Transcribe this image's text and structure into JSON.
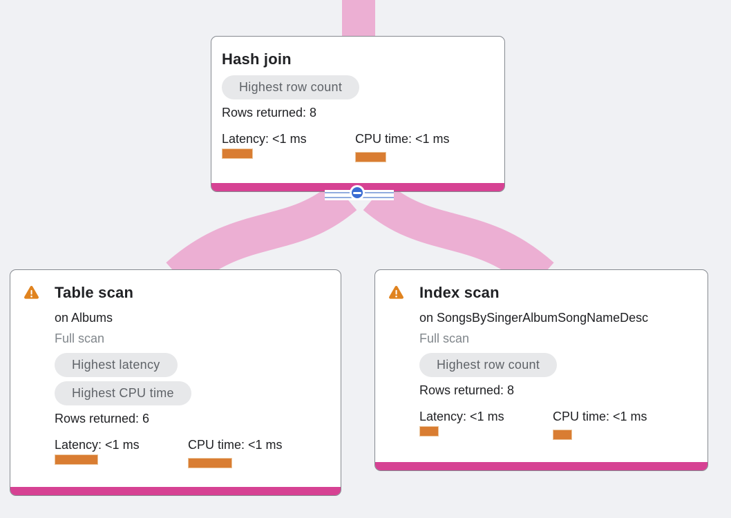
{
  "diagram": {
    "type": "query-execution-plan",
    "colors": {
      "background": "#f0f1f4",
      "node_accent_pink": "#d64293",
      "flow_ribbon_pink": "#ecafd3",
      "metric_bar_orange": "#d97d32",
      "warning_orange": "#e0831f",
      "badge_background": "#e7e8ea",
      "badge_text": "#5f6368",
      "collapse_button_blue": "#3a6cd3",
      "muted_text": "#80868b",
      "primary_text": "#202124"
    }
  },
  "nodes": [
    {
      "title": "Hash join",
      "badges": [
        "Highest row count"
      ],
      "rows_returned": "Rows returned: 8",
      "latency_label": "Latency: <1 ms",
      "cpu_label": "CPU time: <1 ms",
      "latency_bar_style": "width:45px",
      "cpu_bar_style": "width:45px"
    },
    {
      "title": "Table scan",
      "has_warning": true,
      "subtitle": "on Albums",
      "scan_type": "Full scan",
      "badges": [
        "Highest latency",
        "Highest CPU time"
      ],
      "rows_returned": "Rows returned: 6",
      "latency_label": "Latency: <1 ms",
      "cpu_label": "CPU time: <1 ms",
      "latency_bar_style": "width:63px",
      "cpu_bar_style": "width:64px"
    },
    {
      "title": "Index scan",
      "has_warning": true,
      "subtitle": "on SongsBySingerAlbumSongNameDesc",
      "scan_type": "Full scan",
      "badges": [
        "Highest row count"
      ],
      "rows_returned": "Rows returned: 8",
      "latency_label": "Latency: <1 ms",
      "cpu_label": "CPU time: <1 ms",
      "latency_bar_style": "width:28px",
      "cpu_bar_style": "width:28px"
    }
  ]
}
